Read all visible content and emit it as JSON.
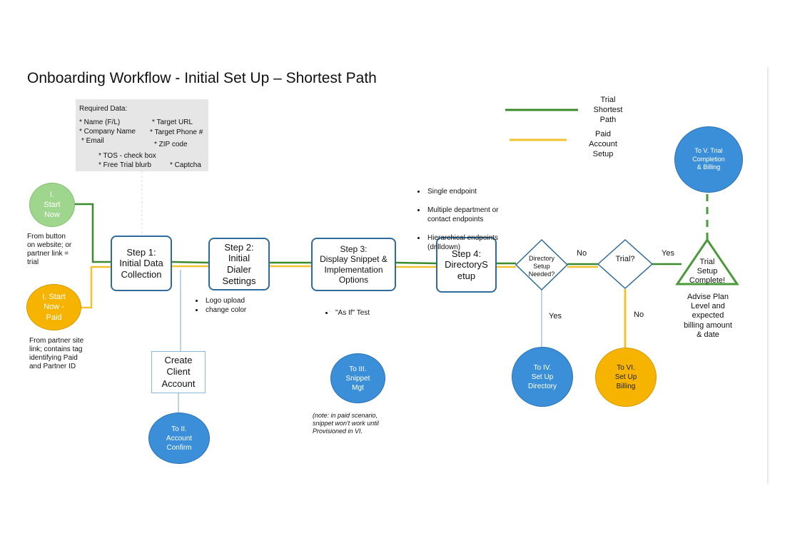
{
  "title": "Onboarding Workflow - Initial Set Up – Shortest Path",
  "required_data": {
    "heading": "Required Data:",
    "name": "* Name (F/L)",
    "company": "* Company Name",
    "email": "* Email",
    "target_url": "* Target URL",
    "target_phone": "* Target Phone #",
    "zip": "* ZIP code",
    "tos": "* TOS - check box",
    "free_trial": "* Free Trial blurb",
    "captcha": "* Captcha"
  },
  "legend": {
    "trial_label": "Trial\nShortest\nPath",
    "paid_label": "Paid\nAccount\nSetup",
    "trial_color": "#3c8a2e",
    "paid_color": "#f2c22f"
  },
  "start": {
    "trial": "I.\nStart\nNow",
    "trial_note": "From button\non website; or\n partner link =\ntrial",
    "paid": "I. Start\nNow -\nPaid",
    "paid_note": "From partner site\nlink; contains tag\nidentifying Paid\nand Partner ID"
  },
  "steps": {
    "step1": "Step 1:\nInitial Data\nCollection",
    "step2": "Step 2:\nInitial\nDialer\nSettings",
    "step3": "Step 3:\nDisplay Snippet &\nImplementation\nOptions",
    "step4": "Step 4:\nDirectoryS\netup"
  },
  "step2_bullets": [
    "Logo upload",
    "change color"
  ],
  "step3_bullets": [
    "\"As If\" Test"
  ],
  "step4_bullets": [
    "Single endpoint",
    "Multiple department or\ncontact endpoints",
    "Hierarchical endpoints\n(drilldown)"
  ],
  "create_account": "Create\nClient\nAccount",
  "decisions": {
    "directory": "Directory\nSetup\nNeeded?",
    "trial": "Trial?",
    "no1": "No",
    "yes1": "Yes",
    "yes2": "Yes",
    "no2": "No"
  },
  "trial_complete": "Trial\nSetup\nComplete!",
  "trial_complete_note": "Advise Plan\nLevel and\nexpected\nbilling amount\n& date",
  "connectors": {
    "account_confirm": "To II.\nAccount\nConfirm",
    "snippet": "To III.\nSnippet\nMgt",
    "directory": "To IV.\nSet Up\nDirectory",
    "billing": "To VI.\nSet Up\nBilling",
    "trial_completion": "To V. Trial\nCompletion\n& Billing"
  },
  "snippet_note": "(note: in paid scenario,\nsnippet won't work until\nProvisioned in VI."
}
